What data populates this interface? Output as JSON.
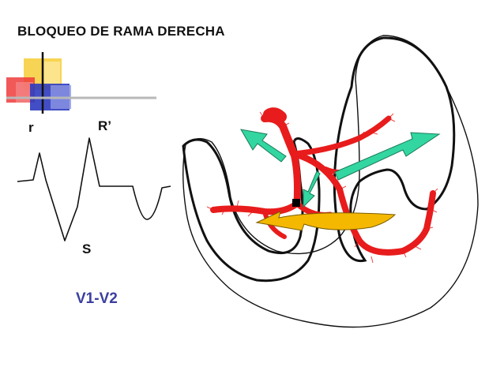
{
  "title": "BLOQUEO DE RAMA DERECHA",
  "ecg": {
    "label_r": "r",
    "label_R_prime": "R’",
    "label_S": "S",
    "lead": "V1-V2"
  },
  "colors": {
    "title": "#111111",
    "lead_text": "#3b3f9e",
    "heart_outline": "#111111",
    "conduction_system": "#e81c1c",
    "arrow_green": "#33d6a0",
    "arrow_yellow": "#f5b800",
    "deco_yellow": "#f7d24a",
    "deco_red": "#ee3b3b",
    "deco_blue": "#2d3bbf"
  },
  "icons": [
    "ecg-waveform-icon",
    "heart-ventricles-icon",
    "green-arrow-icon",
    "yellow-curved-arrow-icon",
    "decorative-squares-icon"
  ]
}
